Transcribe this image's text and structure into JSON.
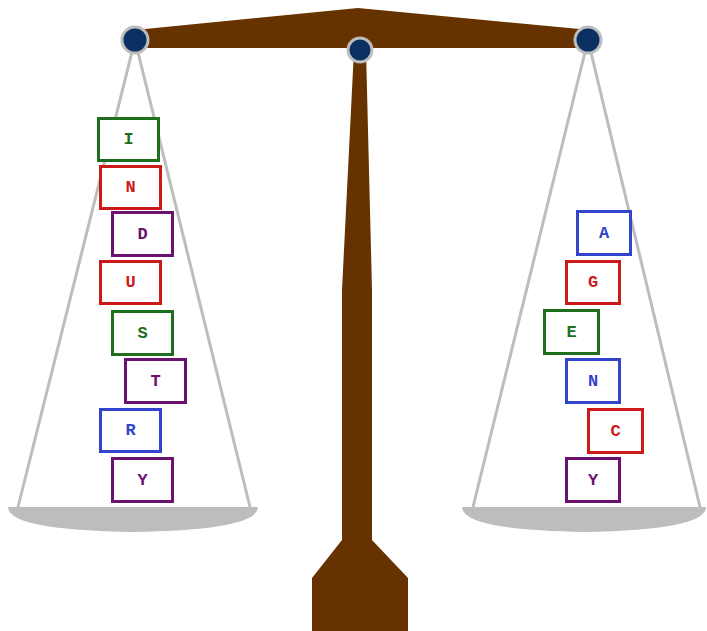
{
  "diagram": {
    "nodes": [
      {
        "text": [
          "I"
        ]
      },
      {
        "text": [
          "N"
        ]
      },
      {
        "text": [
          "D"
        ]
      },
      {
        "text": [
          "U"
        ]
      },
      {
        "text": [
          "S"
        ]
      },
      {
        "text": [
          "T"
        ]
      },
      {
        "text": [
          "R"
        ]
      },
      {
        "text": [
          "Y"
        ]
      },
      {
        "text": [
          "A"
        ]
      },
      {
        "text": [
          "G"
        ]
      },
      {
        "text": [
          "E"
        ]
      },
      {
        "text": [
          "N"
        ]
      },
      {
        "text": [
          "C"
        ]
      },
      {
        "text": [
          "Y"
        ]
      }
    ]
  }
}
